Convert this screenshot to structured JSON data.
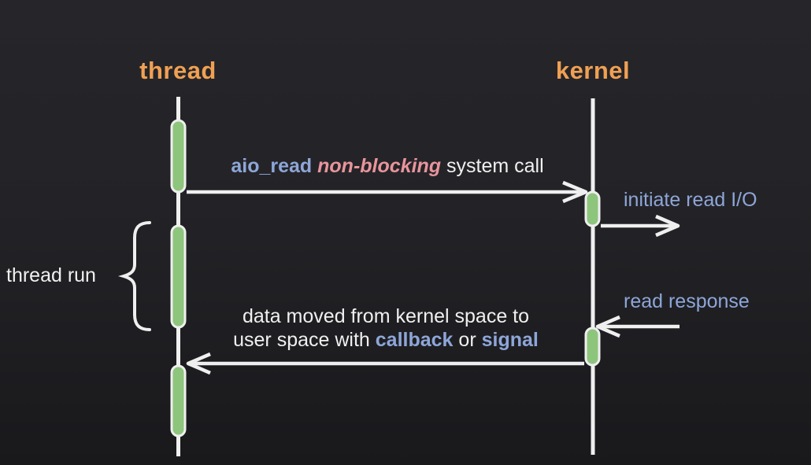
{
  "diagram": {
    "type": "sequence-diagram",
    "participants": [
      {
        "label": "thread"
      },
      {
        "label": "kernel"
      }
    ],
    "side_labels": {
      "thread_run": "thread run",
      "initiate_read_io": "initiate read I/O",
      "read_response": "read response"
    },
    "messages": {
      "syscall": {
        "func": "aio_read",
        "mode": "non-blocking",
        "rest": "system call"
      },
      "data_moved": {
        "line1": "data moved from kernel space to",
        "line2_prefix": "user space with",
        "callback": "callback",
        "conjunction": "or",
        "signal": "signal"
      }
    },
    "colors": {
      "participant": "#f0a053",
      "accent_blue": "#8ea6d8",
      "accent_pink": "#e8949c",
      "text_white": "#f0f0f0",
      "activation_green": "#8ec57c",
      "line": "#efefef",
      "background_top": "#26262a",
      "background_bottom": "#19191c"
    }
  }
}
